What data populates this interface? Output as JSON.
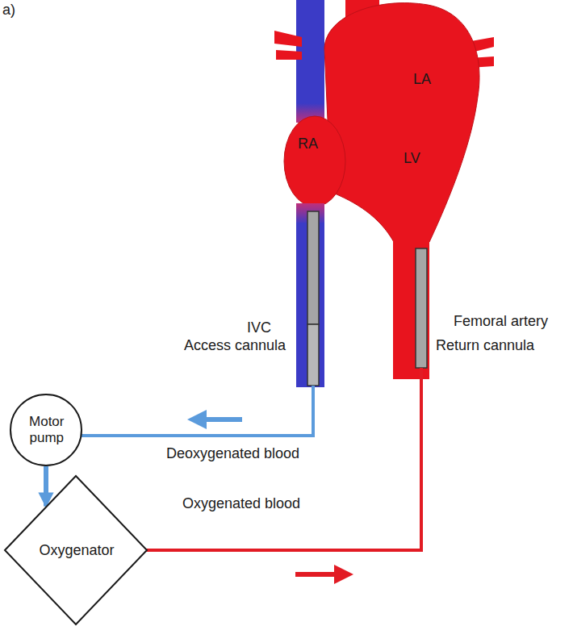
{
  "diagram": {
    "nodes": [
      {
        "text": [
          "Motor pump"
        ]
      },
      {
        "text": [
          "Oxygenator"
        ]
      }
    ],
    "edges": [
      {
        "from": 0,
        "to": 1,
        "arrow": "to"
      }
    ],
    "labels": [
      "a)",
      "RA",
      "LA",
      "LV",
      "IVC",
      "Femoral artery",
      "Access cannula",
      "Return cannula",
      "Deoxygenated blood",
      "Oxygenated blood"
    ]
  }
}
